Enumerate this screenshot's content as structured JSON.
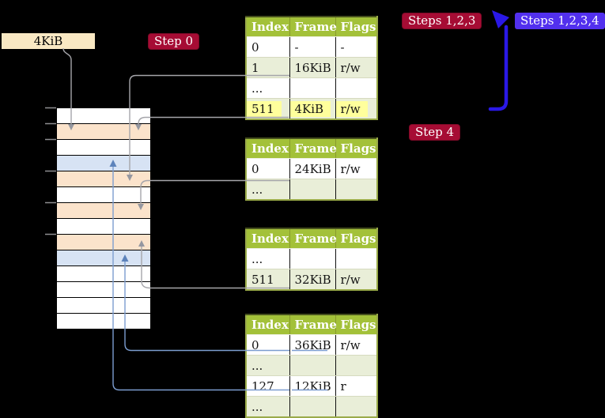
{
  "labels": {
    "frame_size": "4KiB",
    "step0": "Step 0",
    "steps123": "Steps 1,2,3",
    "steps1234": "Steps 1,2,3,4",
    "step4": "Step 4"
  },
  "colors": {
    "background": "#000000",
    "badge_red": "#a60c34",
    "badge_blue": "#5230ee",
    "big_arrow_blue": "#2a18e6",
    "connector_gray": "#a5a5aa",
    "connector_blue": "#7c9dd0",
    "table_header_green": "#a3c139",
    "table_row_green": "#e9eed8",
    "highlight_yellow": "#ffff9c",
    "memory_row_orange": "#fbe3cb",
    "memory_row_blue": "#d7e3f4",
    "frame_label_bg": "#f9e8c3"
  },
  "tables": {
    "headers": [
      "Index",
      "Frame",
      "Flags"
    ],
    "level4": {
      "rows": [
        {
          "index": "0",
          "frame": "-",
          "flags": "-"
        },
        {
          "index": "1",
          "frame": "16KiB",
          "flags": "r/w"
        },
        {
          "index": "...",
          "frame": "",
          "flags": ""
        },
        {
          "index": "511",
          "frame": "4KiB",
          "flags": "r/w",
          "highlighted": true
        }
      ]
    },
    "level3": {
      "rows": [
        {
          "index": "0",
          "frame": "24KiB",
          "flags": "r/w"
        },
        {
          "index": "...",
          "frame": "",
          "flags": ""
        }
      ]
    },
    "level2": {
      "rows": [
        {
          "index": "...",
          "frame": "",
          "flags": ""
        },
        {
          "index": "511",
          "frame": "32KiB",
          "flags": "r/w"
        }
      ]
    },
    "level1": {
      "rows": [
        {
          "index": "0",
          "frame": "36KiB",
          "flags": "r/w"
        },
        {
          "index": "...",
          "frame": "",
          "flags": ""
        },
        {
          "index": "127",
          "frame": "12KiB",
          "flags": "r"
        },
        {
          "index": "...",
          "frame": "",
          "flags": ""
        }
      ]
    }
  },
  "memory": {
    "row_colors": [
      "white",
      "orange",
      "white",
      "blue",
      "orange",
      "white",
      "orange",
      "white",
      "orange",
      "blue",
      "white",
      "white",
      "white",
      "white"
    ],
    "tick_count": 6
  }
}
